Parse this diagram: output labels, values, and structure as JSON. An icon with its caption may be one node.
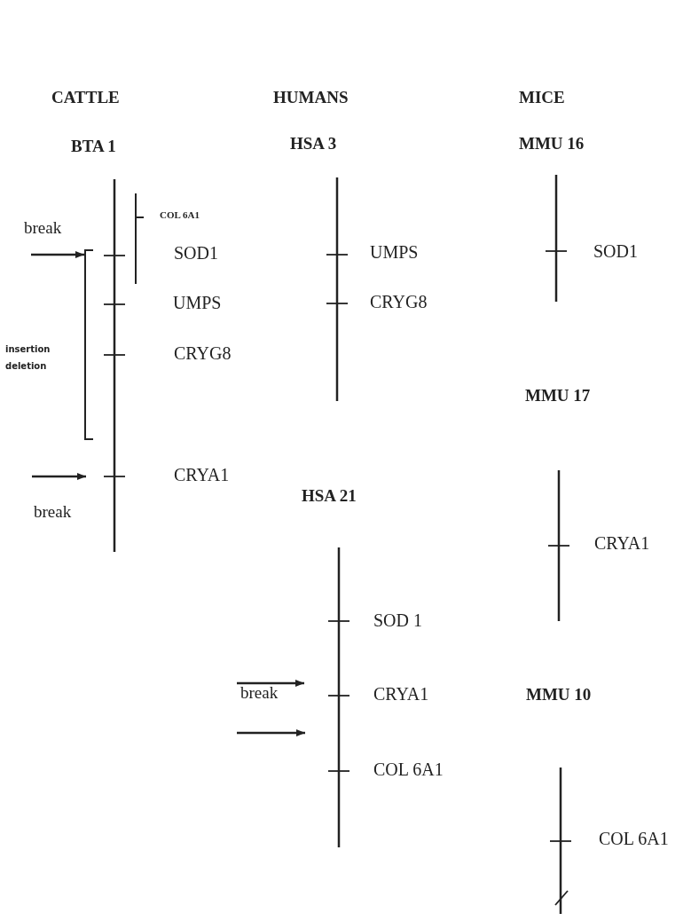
{
  "diagram": {
    "labels": [
      "CATTLE",
      "HUMANS",
      "MICE",
      "BTA 1",
      "HSA 3",
      "MMU 16",
      "COL 6A1",
      "break",
      "SOD1",
      "UMPS",
      "SOD1",
      "UMPS",
      "CRYG8",
      "insertion deletion",
      "CRYG8",
      "MMU 17",
      "CRYA1",
      "HSA 21",
      "break",
      "CRYA1",
      "SOD 1",
      "break",
      "CRYA1",
      "MMU 10",
      "COL 6A1",
      "COL 6A1"
    ]
  }
}
